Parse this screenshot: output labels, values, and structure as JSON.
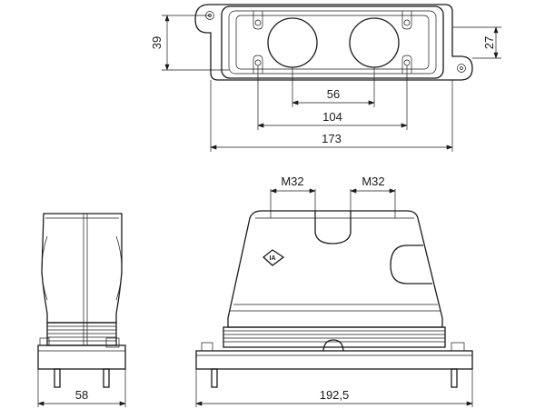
{
  "dimensions": {
    "top_view_height": "39",
    "top_view_flange_height": "27",
    "thread_spacing": "56",
    "hole_spacing": "104",
    "overall_length": "173",
    "side_view_width": "58",
    "front_view_length": "192,5"
  },
  "threads": {
    "left": "M32",
    "right": "M32"
  },
  "colors": {
    "line": "#1a1a1a",
    "background": "#ffffff"
  },
  "icons": {
    "approval_mark": "certification-logo-icon"
  }
}
